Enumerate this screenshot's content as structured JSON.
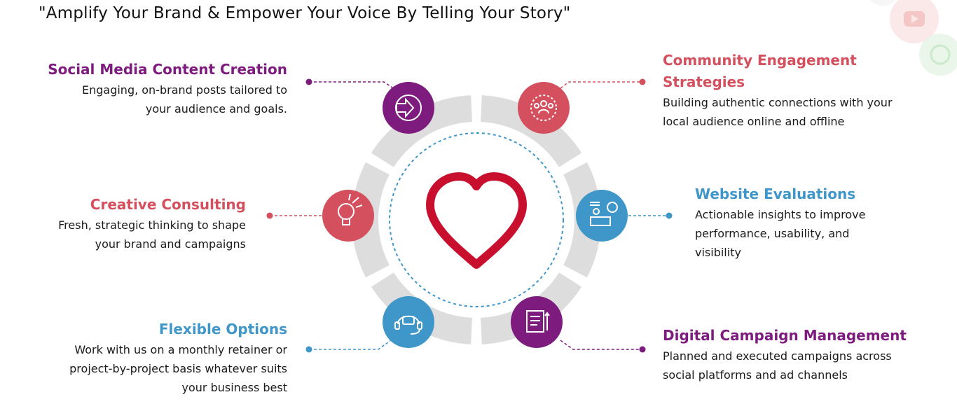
{
  "headline": "\"Amplify Your Brand & Empower Your Voice By Telling Your Story\"",
  "colors": {
    "purple": "#7d1b7e",
    "red": "#d4505e",
    "blue": "#3f96c9",
    "heart": "#c8102e",
    "ring": "#dddddd"
  },
  "center_icon": "heart-outline-icon",
  "services": {
    "social_media": {
      "title": "Social Media Content Creation",
      "desc_line1": "Engaging, on-brand posts tailored to",
      "desc_line2": "your audience and goals.",
      "icon": "content-arrow-icon",
      "color": "purple"
    },
    "creative_consulting": {
      "title": "Creative Consulting",
      "desc_line1": "Fresh, strategic thinking to shape",
      "desc_line2": "your brand and campaigns",
      "icon": "lightbulb-icon",
      "color": "red"
    },
    "flexible_options": {
      "title": "Flexible Options",
      "desc_line1": "Work with us on a monthly retainer or",
      "desc_line2": "project-by-project basis whatever suits",
      "desc_line3": "your business best",
      "icon": "headset-icon",
      "color": "blue"
    },
    "community": {
      "title_line1": "Community Engagement",
      "title_line2": "Strategies",
      "desc_line1": "Building authentic connections with your",
      "desc_line2": "local audience online and offline",
      "icon": "community-network-icon",
      "color": "red"
    },
    "website": {
      "title": "Website Evaluations",
      "desc_line1": "Actionable insights to improve",
      "desc_line2": "performance, usability, and",
      "desc_line3": "visibility",
      "icon": "website-analysis-icon",
      "color": "blue"
    },
    "digital": {
      "title": "Digital Campaign Management",
      "desc_line1": "Planned and executed campaigns across",
      "desc_line2": "social platforms and ad channels",
      "icon": "campaign-management-icon",
      "color": "purple"
    }
  },
  "background_decor": [
    "youtube-icon",
    "whatsapp-icon"
  ]
}
